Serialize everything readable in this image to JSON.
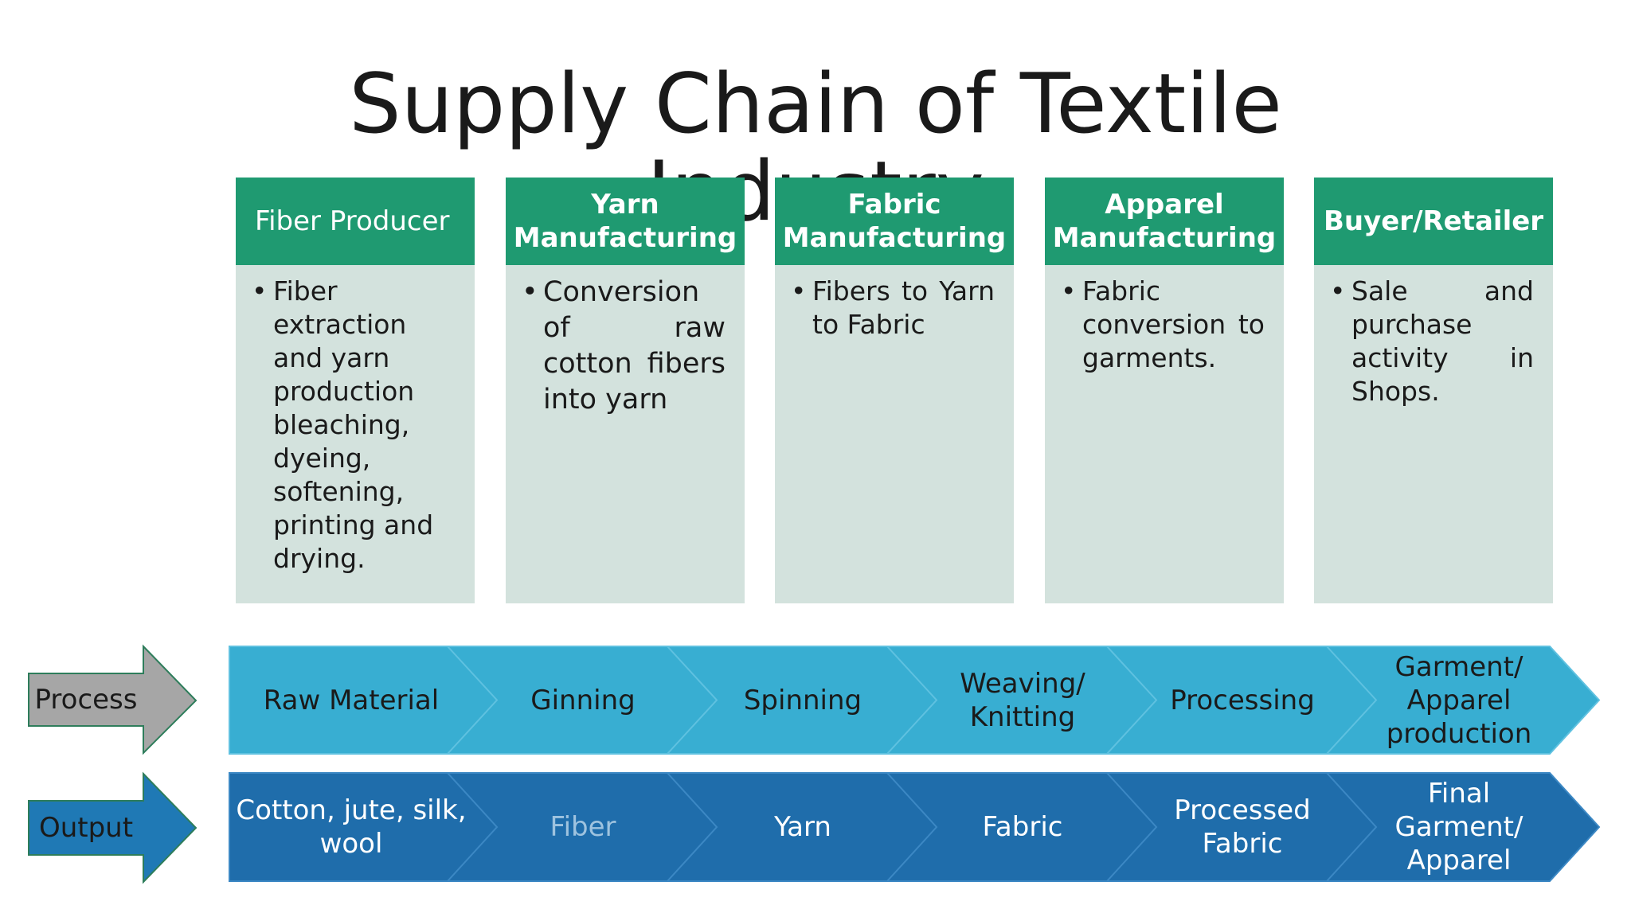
{
  "title": {
    "line1": "Supply Chain of Textile",
    "line2": "Industry"
  },
  "colors": {
    "card_header": "#1f9a71",
    "card_body": "#d3e2dd",
    "process_row": "#38aed2",
    "output_row": "#1f6dab",
    "process_arrow": "#a6a6a6",
    "output_arrow": "#1f79b5"
  },
  "stages": [
    {
      "header": "Fiber Producer",
      "body": "Fiber extraction and yarn production bleaching, dyeing, softening, printing and drying."
    },
    {
      "header_line1": "Yarn",
      "header_line2": "Manufacturing",
      "body": "Conversion of raw cotton fibers into yarn"
    },
    {
      "header_line1": "Fabric",
      "header_line2": "Manufacturing",
      "body": "Fibers to Yarn to Fabric"
    },
    {
      "header_line1": "Apparel",
      "header_line2": "Manufacturing",
      "body": "Fabric conversion to garments."
    },
    {
      "header": "Buyer/Retailer",
      "body": "Sale and purchase activity in Shops."
    }
  ],
  "process": {
    "label": "Process",
    "steps": [
      [
        "Raw Material"
      ],
      [
        "Ginning"
      ],
      [
        "Spinning"
      ],
      [
        "Weaving/",
        "Knitting"
      ],
      [
        "Processing"
      ],
      [
        "Garment/",
        "Apparel",
        "production"
      ]
    ]
  },
  "output": {
    "label": "Output",
    "steps": [
      [
        "Cotton, jute, silk,",
        "wool"
      ],
      [
        "Fiber"
      ],
      [
        "Yarn"
      ],
      [
        "Fabric"
      ],
      [
        "Processed",
        "Fabric"
      ],
      [
        "Final",
        "Garment/",
        "Apparel"
      ]
    ]
  }
}
